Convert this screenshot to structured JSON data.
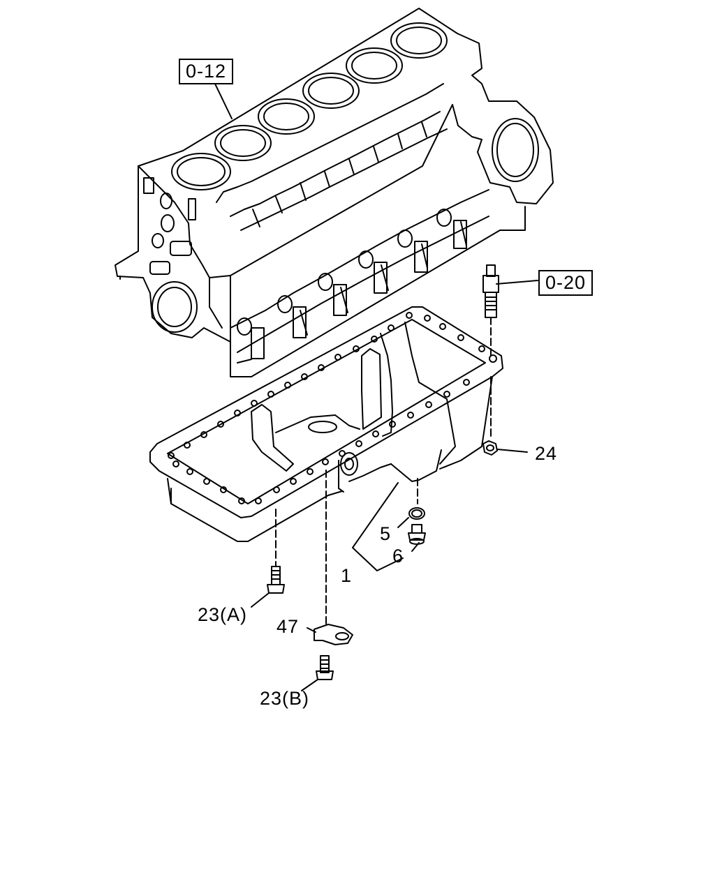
{
  "diagram": {
    "colors": {
      "line": "#000000",
      "paper": "#ffffff"
    },
    "references": [
      {
        "id": "ref-0-12",
        "label": "0-12"
      },
      {
        "id": "ref-0-20",
        "label": "0-20"
      }
    ],
    "callouts": [
      {
        "id": "callout-24",
        "label": "24"
      },
      {
        "id": "callout-5",
        "label": "5"
      },
      {
        "id": "callout-6",
        "label": "6"
      },
      {
        "id": "callout-1",
        "label": "1"
      },
      {
        "id": "callout-23a",
        "label": "23(A)"
      },
      {
        "id": "callout-47",
        "label": "47"
      },
      {
        "id": "callout-23b",
        "label": "23(B)"
      }
    ]
  }
}
